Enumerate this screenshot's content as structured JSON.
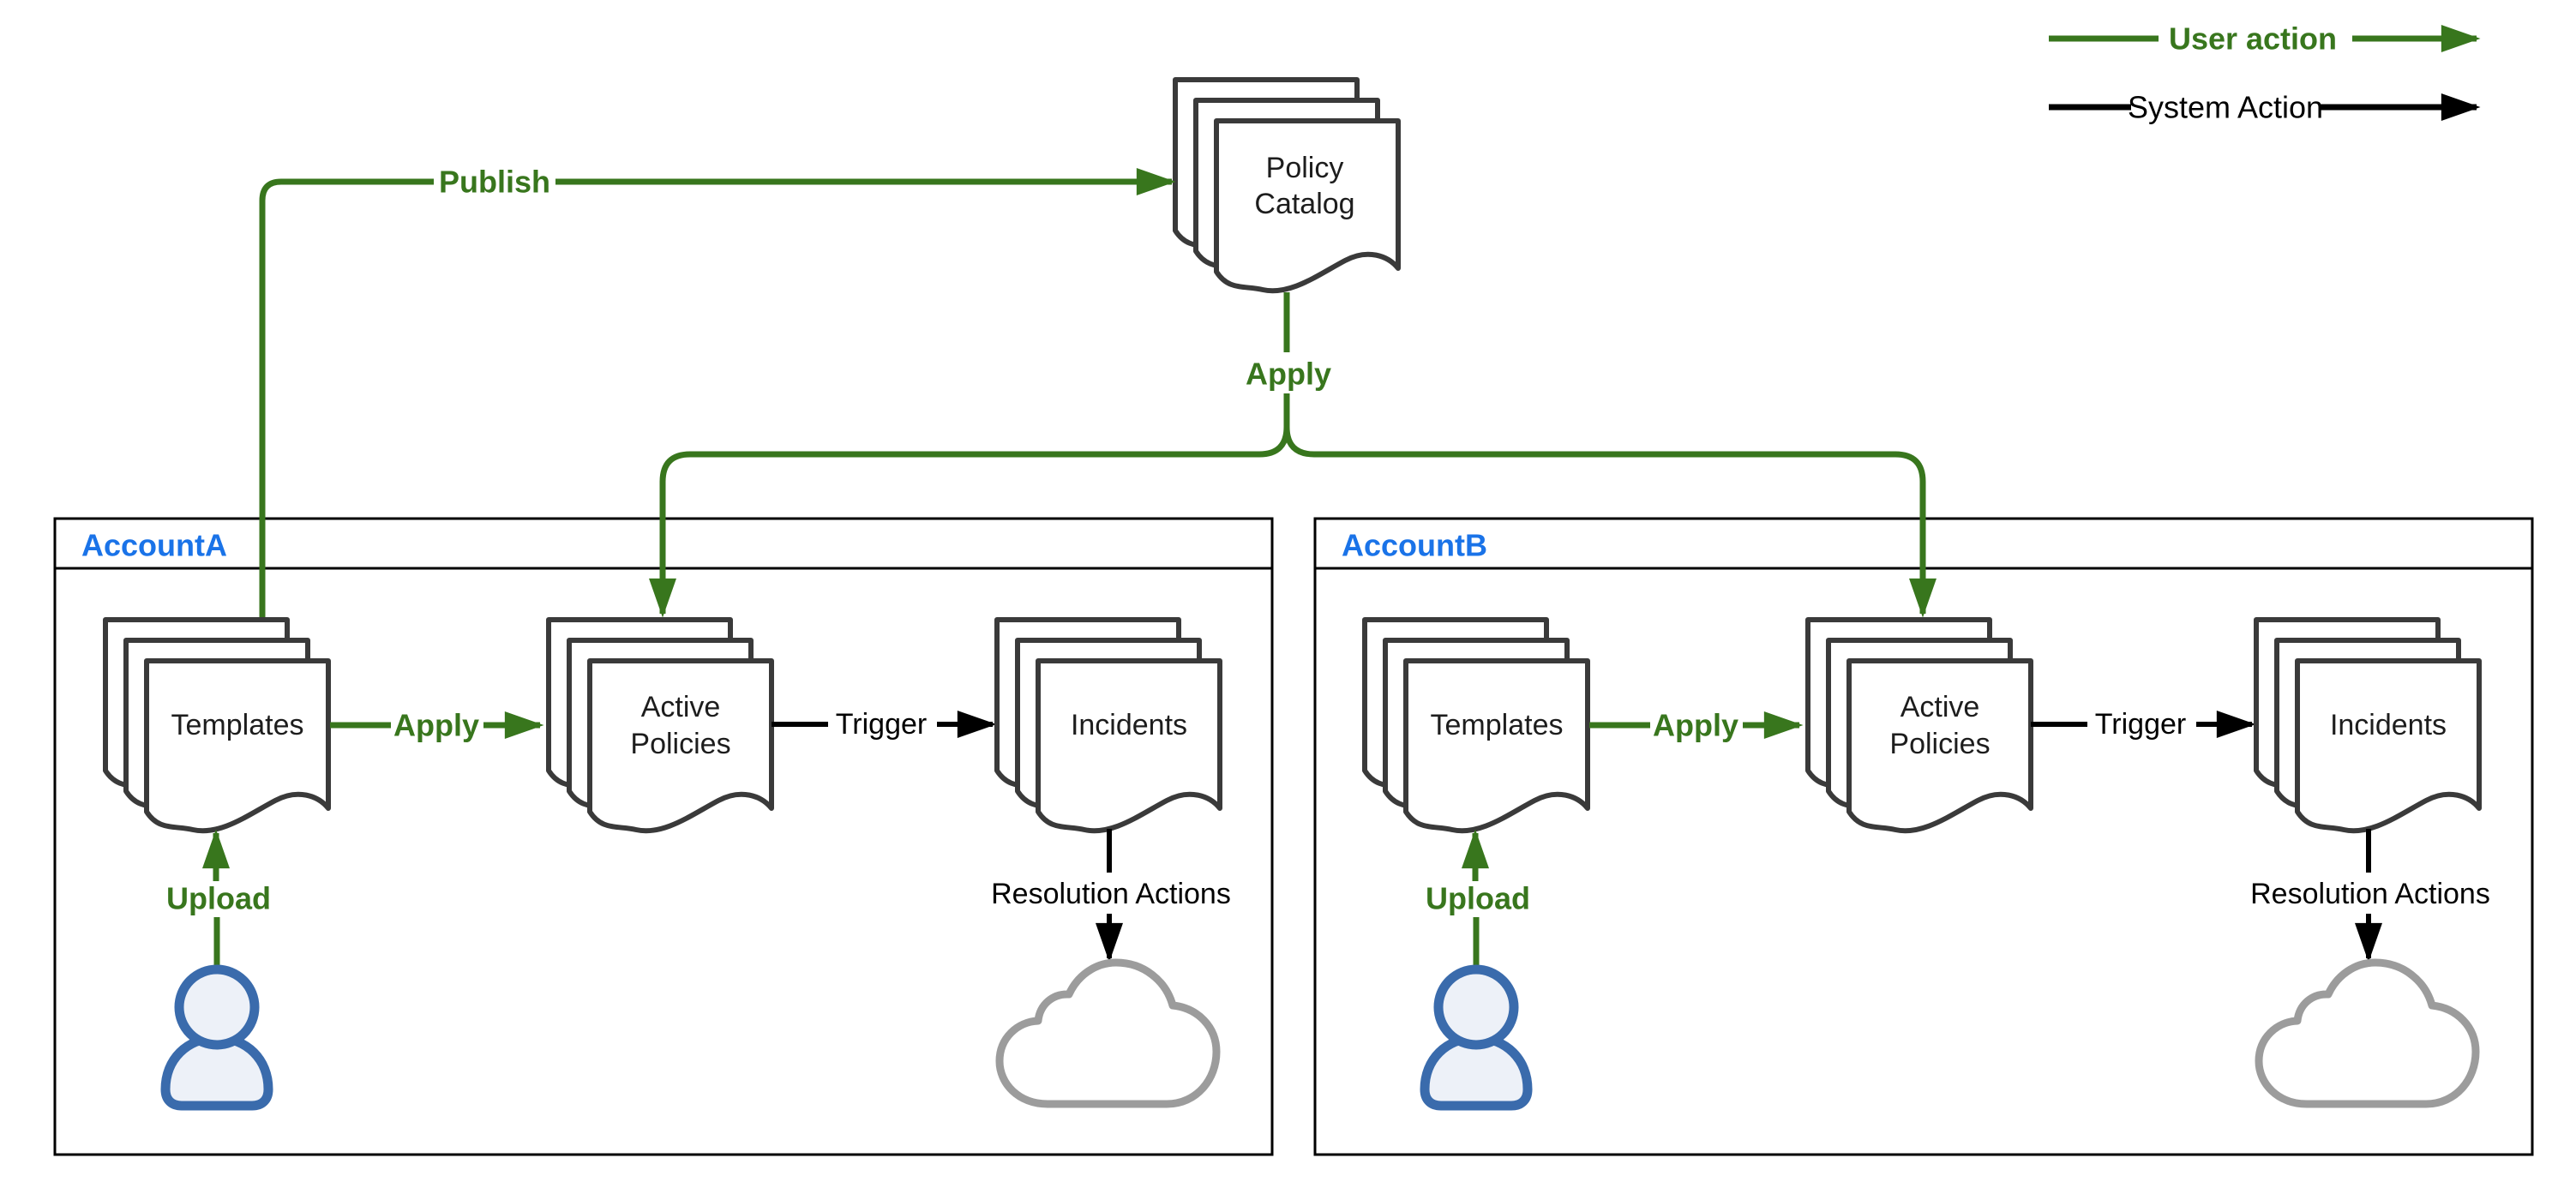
{
  "legend": {
    "user_action_label": "User action",
    "system_action_label": "System Action"
  },
  "policy_catalog": {
    "line1": "Policy",
    "line2": "Catalog"
  },
  "flows": {
    "publish_label": "Publish",
    "apply_catalog_label": "Apply"
  },
  "accounts": [
    {
      "name": "AccountA",
      "templates_label": "Templates",
      "apply_label": "Apply",
      "active_line1": "Active",
      "active_line2": "Policies",
      "trigger_label": "Trigger",
      "incidents_label": "Incidents",
      "upload_label": "Upload",
      "resolution_label": "Resolution Actions"
    },
    {
      "name": "AccountB",
      "templates_label": "Templates",
      "apply_label": "Apply",
      "active_line1": "Active",
      "active_line2": "Policies",
      "trigger_label": "Trigger",
      "incidents_label": "Incidents",
      "upload_label": "Upload",
      "resolution_label": "Resolution Actions"
    }
  ],
  "colors": {
    "user_action": "#38761d",
    "system_action": "#000000",
    "account_title": "#1a73e8",
    "document_outline": "#3a3a3a",
    "person_outline": "#3a6bac",
    "person_fill": "#edf1f8",
    "cloud_outline": "#9c9c9c"
  }
}
